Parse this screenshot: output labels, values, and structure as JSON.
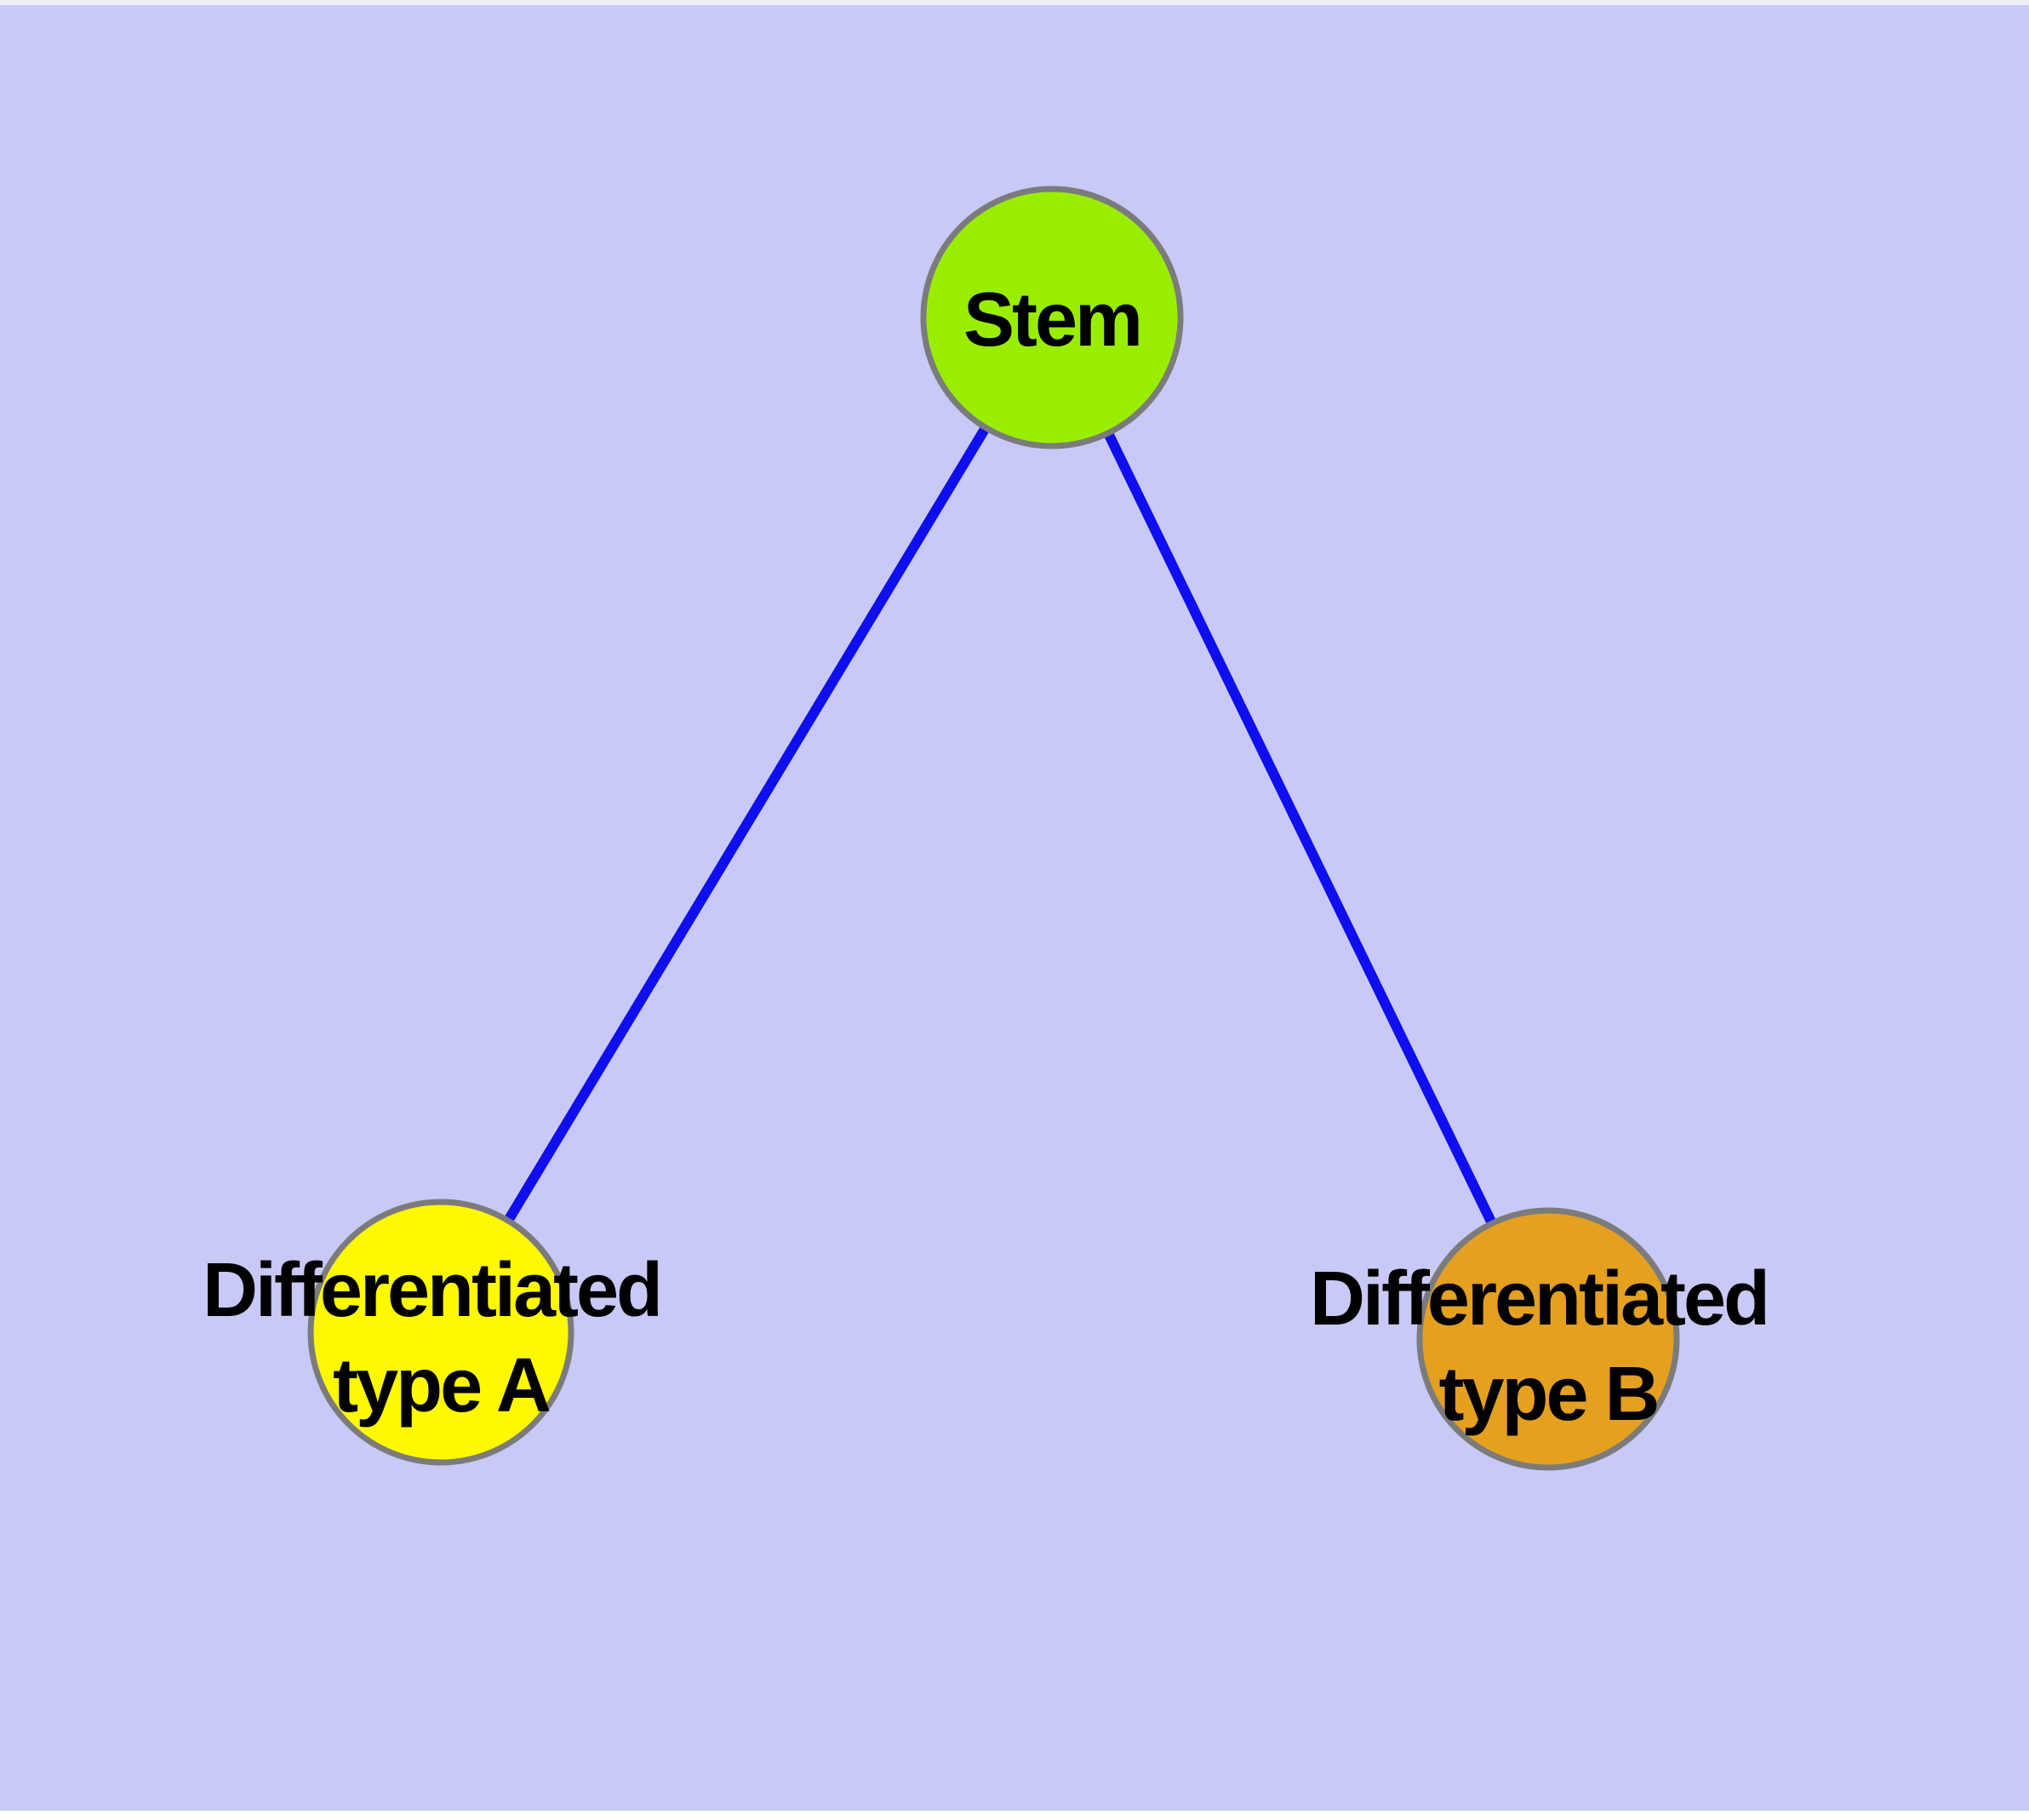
{
  "diagram": {
    "background_color": "#c9c9f7",
    "top_strip_color": "#eeeef8",
    "bottom_strip_color": "#ffffff",
    "edge_color": "#0e0eee",
    "node_border_color": "#7b7b7b",
    "nodes": {
      "stem": {
        "label": "Stem",
        "fill": "#99ee00"
      },
      "type_a": {
        "label_line1": "Differentiated",
        "label_line2": "type A",
        "fill": "#fff900"
      },
      "type_b": {
        "label_line1": "Differentiated",
        "label_line2": "type B",
        "fill": "#e5a01f"
      }
    },
    "edges": [
      {
        "from": "stem",
        "to": "type_a"
      },
      {
        "from": "stem",
        "to": "type_b"
      }
    ]
  }
}
